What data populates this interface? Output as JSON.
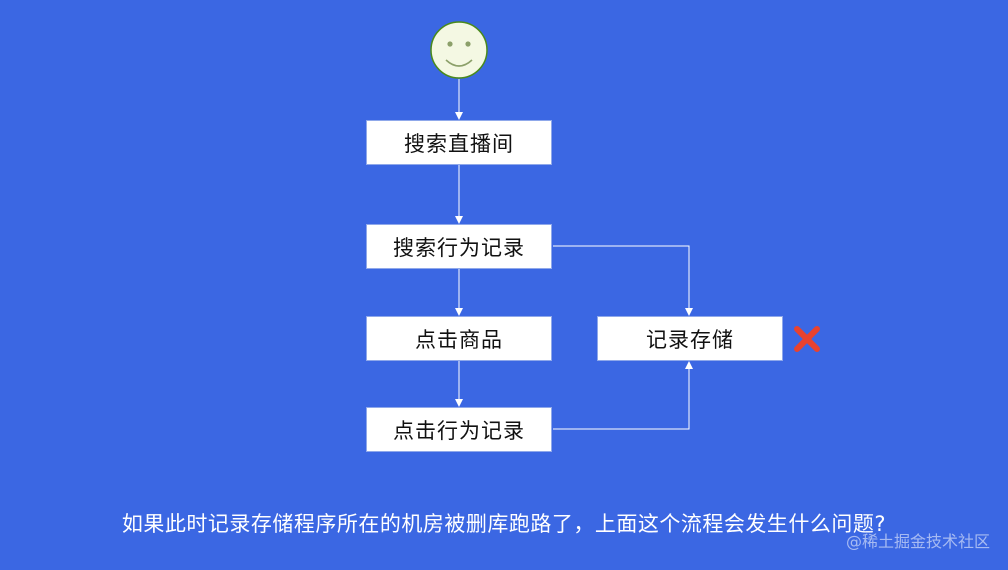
{
  "nodes": {
    "search_room": "搜索直播间",
    "search_log": "搜索行为记录",
    "click_product": "点击商品",
    "click_log": "点击行为记录",
    "log_storage": "记录存储"
  },
  "question": "如果此时记录存储程序所在的机房被删库跑路了，上面这个流程会发生什么问题?",
  "watermark": "@稀土掘金技术社区",
  "colors": {
    "background": "#3b67e3",
    "node_fill": "#ffffff",
    "connector": "#ffffff",
    "smiley_fill": "#f4f8e3",
    "smiley_stroke": "#4a8a1c",
    "failure_mark": "#e8422f"
  },
  "icons": {
    "start": "smiley-face-icon",
    "failure": "red-cross-icon"
  }
}
